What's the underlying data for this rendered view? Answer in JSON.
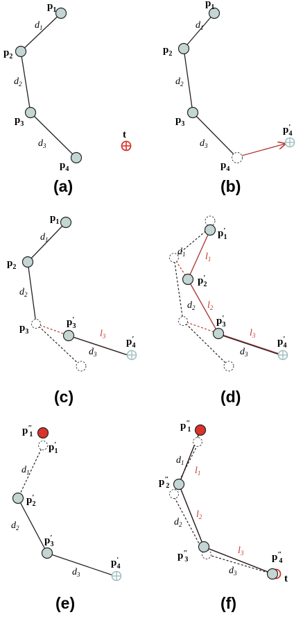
{
  "labels": {
    "p": "p",
    "prime": "′",
    "dprime": "″",
    "t": "t",
    "sub1": "1",
    "sub2": "2",
    "sub3": "3",
    "sub4": "4",
    "d1": "d",
    "d2": "d",
    "d3": "d",
    "l": "l"
  },
  "panels": [
    "(a)",
    "(b)",
    "(c)",
    "(d)",
    "(e)",
    "(f)"
  ],
  "colors": {
    "node_fill": "#c3d6d3",
    "target_red": "#d9332b",
    "link_red": "#b23b3b",
    "goal_light": "#9fbfbf"
  }
}
